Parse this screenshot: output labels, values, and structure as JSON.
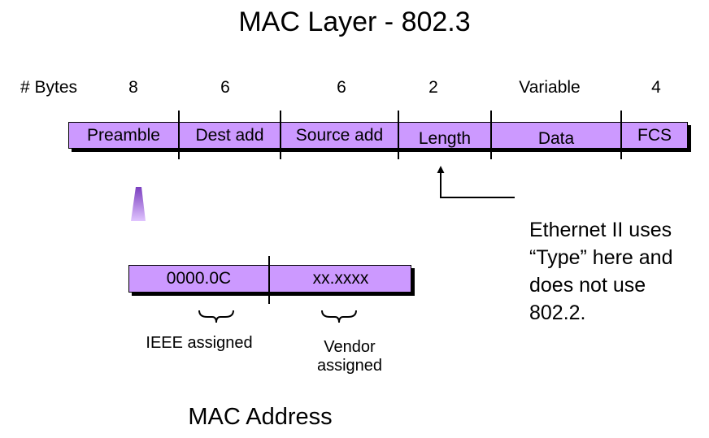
{
  "title": "MAC Layer - 802.3",
  "frame": {
    "bytes_label": "# Bytes",
    "fields": [
      {
        "name": "Preamble",
        "bytes": "8"
      },
      {
        "name": "Dest add",
        "bytes": "6"
      },
      {
        "name": "Source add",
        "bytes": "6"
      },
      {
        "name": "Length",
        "bytes": "2"
      },
      {
        "name": "Data",
        "bytes": "Variable"
      },
      {
        "name": "FCS",
        "bytes": "4"
      }
    ]
  },
  "note": {
    "lines": [
      "Ethernet II uses",
      "“Type” here and",
      "does not use",
      "802.2."
    ]
  },
  "address": {
    "fields": [
      {
        "value": "0000.0C",
        "label": "IEEE assigned"
      },
      {
        "value": "xx.xxxx",
        "label_lines": [
          "Vendor",
          "assigned"
        ]
      }
    ],
    "title": "MAC Address"
  },
  "colors": {
    "field_fill": "#cc99ff",
    "marker_gradient_top": "#7b3fbf",
    "marker_gradient_bottom": "#e0c4ff"
  }
}
